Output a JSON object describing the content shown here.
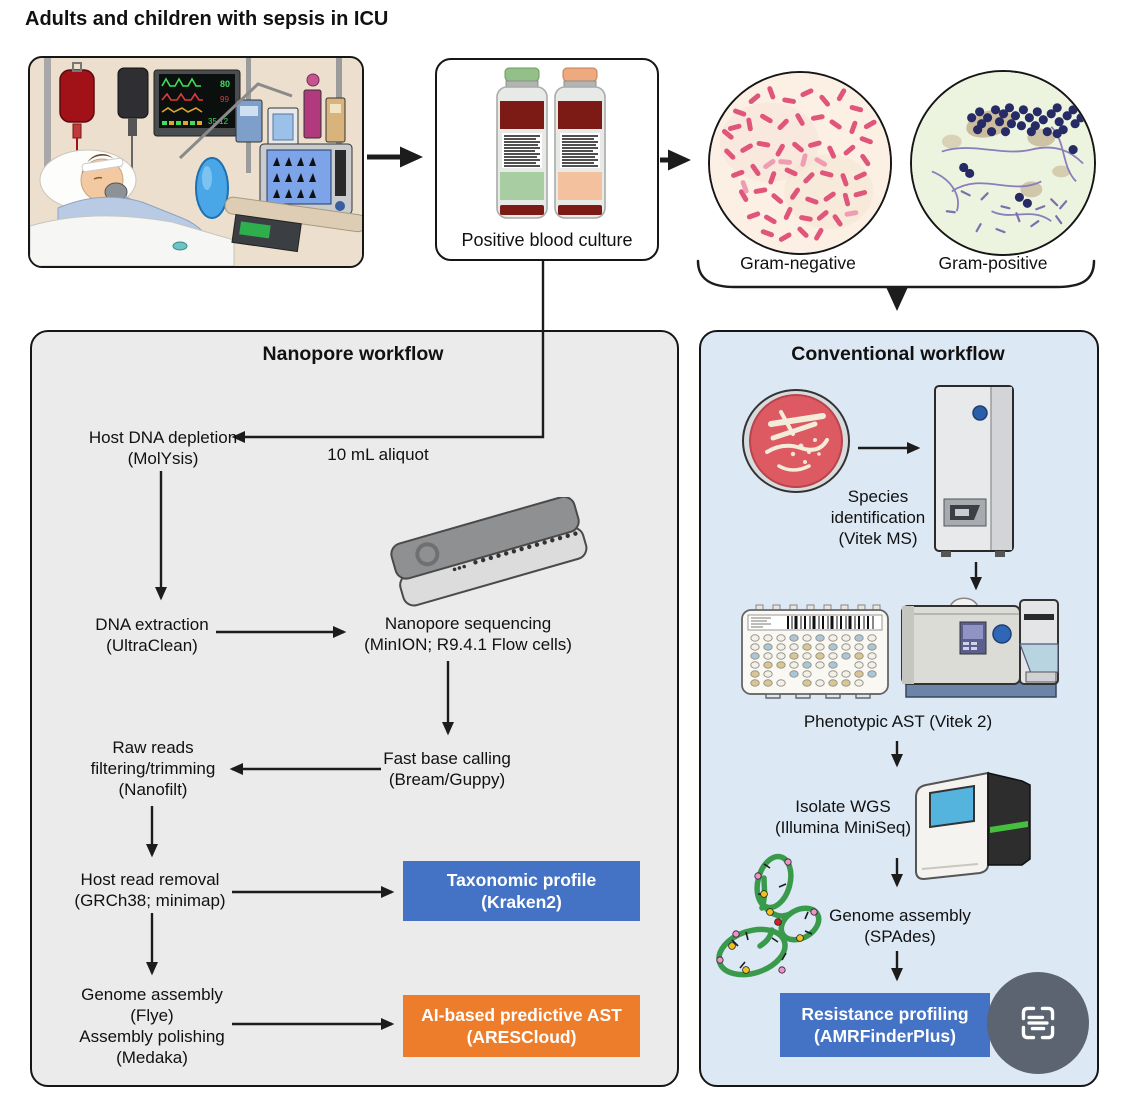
{
  "top": {
    "title": "Adults and children with sepsis in ICU",
    "positive_blood_culture": "Positive blood culture",
    "gram_negative": "Gram-negative",
    "gram_positive": "Gram-positive"
  },
  "nanopore": {
    "title": "Nanopore workflow",
    "aliquot": "10 mL aliquot",
    "host_dna_depletion": {
      "l1": "Host DNA depletion",
      "l2": "(MolYsis)"
    },
    "dna_extraction": {
      "l1": "DNA extraction",
      "l2": "(UltraClean)"
    },
    "sequencing": {
      "l1": "Nanopore sequencing",
      "l2": "(MinION; R9.4.1 Flow cells)"
    },
    "base_calling": {
      "l1": "Fast base calling",
      "l2": "(Bream/Guppy)"
    },
    "raw_reads": {
      "l1": "Raw reads",
      "l2": "filtering/trimming",
      "l3": "(Nanofilt)"
    },
    "host_read_removal": {
      "l1": "Host read removal",
      "l2": "(GRCh38; minimap)"
    },
    "assembly": {
      "l1": "Genome assembly",
      "l2": "(Flye)",
      "l3": "Assembly polishing",
      "l4": "(Medaka)"
    },
    "taxonomic_profile": {
      "l1": "Taxonomic profile",
      "l2": "(Kraken2)"
    },
    "predictive_ast": {
      "l1": "AI-based predictive AST",
      "l2": "(ARESCloud)"
    }
  },
  "conventional": {
    "title": "Conventional workflow",
    "species_id": {
      "l1": "Species",
      "l2": "identification",
      "l3": "(Vitek MS)"
    },
    "phenotypic_ast": "Phenotypic AST (Vitek 2)",
    "isolate_wgs": {
      "l1": "Isolate WGS",
      "l2": "(Illumina MiniSeq)"
    },
    "assembly": {
      "l1": "Genome assembly",
      "l2": "(SPAdes)"
    },
    "resistance": {
      "l1": "Resistance profiling",
      "l2": "(AMRFinderPlus)"
    }
  },
  "colors": {
    "nanopore_panel_bg": "#ebebeb",
    "conventional_panel_bg": "#dce8f4",
    "output_blue": "#4472c4",
    "output_orange": "#ed7d2b",
    "scan_button_bg": "#5b6470",
    "arrow": "#1c1c1c"
  },
  "icons": {
    "scan": "document-scan-icon"
  }
}
